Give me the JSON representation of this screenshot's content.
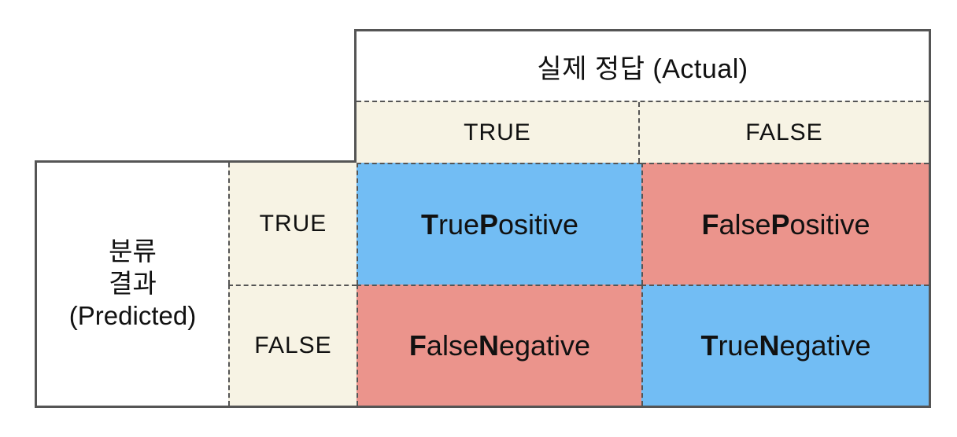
{
  "colors": {
    "blue": "#72bdf4",
    "salmon": "#eb948c",
    "cream": "#f7f3e4",
    "border": "#555555"
  },
  "matrix": {
    "actual": {
      "header": "실제 정답 (Actual)",
      "columns": [
        "TRUE",
        "FALSE"
      ]
    },
    "predicted": {
      "header_lines": [
        "분류",
        "결과",
        "(Predicted)"
      ],
      "rows": [
        "TRUE",
        "FALSE"
      ]
    },
    "cells": {
      "true_positive": "True Positive",
      "false_positive": "False Positive",
      "false_negative": "False Negative",
      "true_negative": "True Negative"
    }
  }
}
